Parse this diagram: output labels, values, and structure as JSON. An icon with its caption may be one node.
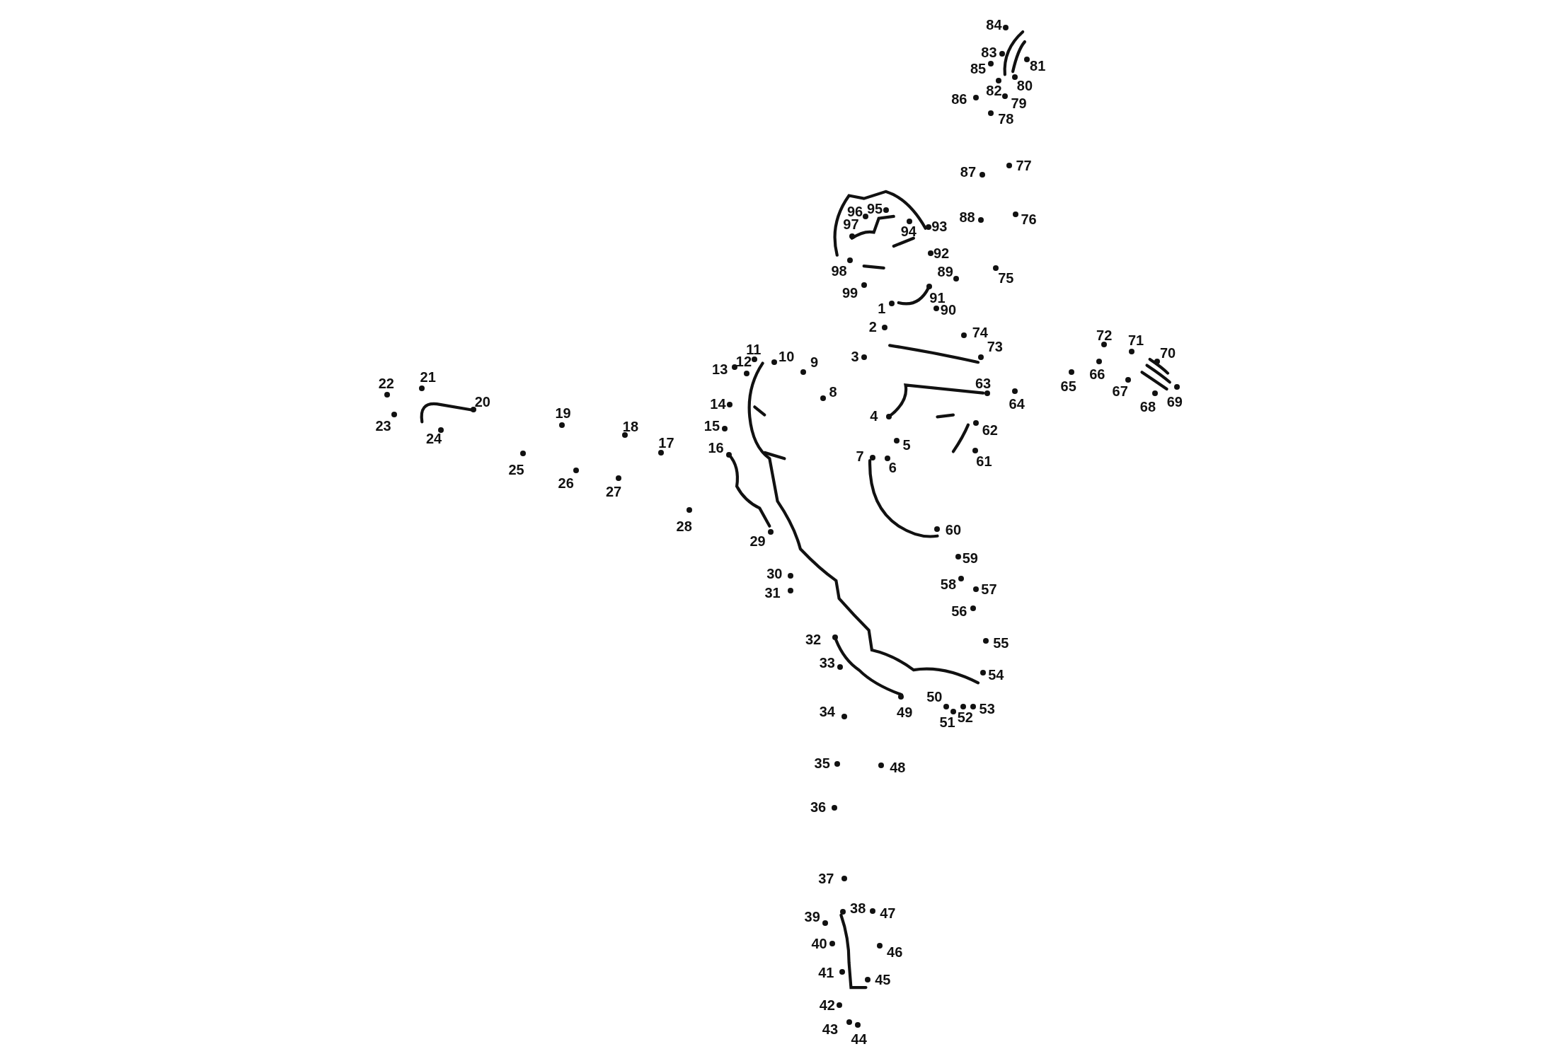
{
  "diagram": {
    "labels": [
      "1",
      "2",
      "3",
      "4",
      "5",
      "6",
      "7",
      "8",
      "9",
      "10",
      "11",
      "12",
      "13",
      "14",
      "15",
      "16",
      "17",
      "18",
      "19",
      "20",
      "21",
      "22",
      "23",
      "24",
      "25",
      "26",
      "27",
      "28",
      "29",
      "30",
      "31",
      "32",
      "33",
      "34",
      "35",
      "36",
      "37",
      "38",
      "39",
      "40",
      "41",
      "42",
      "43",
      "44",
      "45",
      "46",
      "47",
      "48",
      "49",
      "50",
      "51",
      "52",
      "53",
      "54",
      "55",
      "56",
      "57",
      "58",
      "59",
      "60",
      "61",
      "62",
      "63",
      "64",
      "65",
      "66",
      "67",
      "68",
      "69",
      "70",
      "71",
      "72",
      "73",
      "74",
      "75",
      "76",
      "77",
      "78",
      "79",
      "80",
      "81",
      "82",
      "83",
      "84",
      "85",
      "86",
      "87",
      "88",
      "89",
      "90",
      "91",
      "92",
      "93",
      "94",
      "95",
      "96",
      "97",
      "98",
      "99"
    ]
  }
}
